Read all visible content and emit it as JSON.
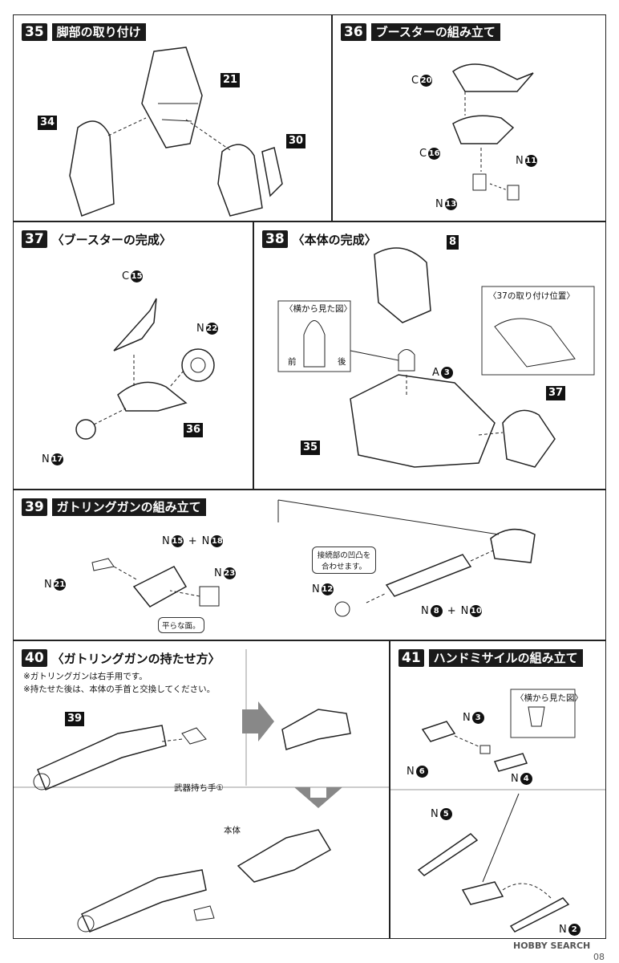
{
  "steps": {
    "s35": {
      "num": "35",
      "title": "脚部の取り付け",
      "p21": "21",
      "p30": "30",
      "p34": "34"
    },
    "s36": {
      "num": "36",
      "title": "ブースターの組み立て",
      "c20l": "C",
      "c20": "20",
      "c16l": "C",
      "c16": "16",
      "n11l": "N",
      "n11": "11",
      "n13l": "N",
      "n13": "13"
    },
    "s37": {
      "num": "37",
      "title": "〈ブースターの完成〉",
      "c15l": "C",
      "c15": "15",
      "n22l": "N",
      "n22": "22",
      "n17l": "N",
      "n17": "17",
      "p36": "36"
    },
    "s38": {
      "num": "38",
      "title": "〈本体の完成〉",
      "p8": "8",
      "side_view": "〈横から見た図〉",
      "front": "前",
      "back": "後",
      "a3l": "A",
      "a3": "3",
      "pos_note": "〈37の取り付け位置〉",
      "p37": "37",
      "p35": "35"
    },
    "s39": {
      "num": "39",
      "title": "ガトリングガンの組み立て",
      "n15l": "N",
      "n15": "15",
      "plus1": "+",
      "n18l": "N",
      "n18": "18",
      "n21l": "N",
      "n21": "21",
      "n23l": "N",
      "n23": "23",
      "flat": "平らな面。",
      "joint": "接続部の凹凸を合わせます。",
      "n12l": "N",
      "n12": "12",
      "n8l": "N",
      "n8": "8",
      "plus2": "+",
      "n10l": "N",
      "n10": "10"
    },
    "s40": {
      "num": "40",
      "title": "〈ガトリングガンの持たせ方〉",
      "note1": "※ガトリングガンは右手用です。",
      "note2": "※持たせた後は、本体の手首と交換してください。",
      "p39": "39",
      "hand": "武器持ち手①",
      "body": "本体"
    },
    "s41": {
      "num": "41",
      "title": "ハンドミサイルの組み立て",
      "side_view": "〈横から見た図〉",
      "n3l": "N",
      "n3": "3",
      "n6l": "N",
      "n6": "6",
      "n4l": "N",
      "n4": "4",
      "n5l": "N",
      "n5": "5",
      "n2l": "N",
      "n2": "2"
    }
  },
  "footer": {
    "watermark": "HOBBY SEARCH",
    "page": "08"
  }
}
